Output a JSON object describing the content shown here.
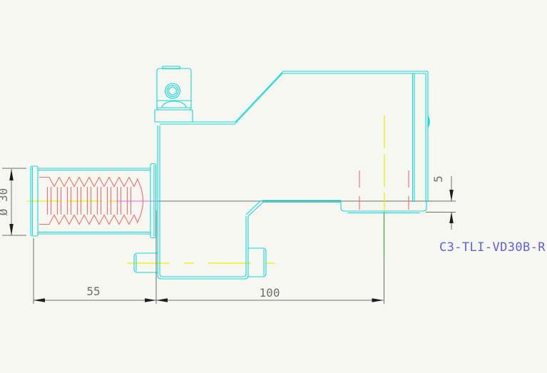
{
  "drawing": {
    "part_label": "C3-TLI-VD30B-R",
    "dimensions": {
      "diameter": "Ø 30",
      "thread_length": "55",
      "body_length": "100",
      "foot_offset": "5"
    }
  },
  "colors": {
    "background": "#F7F7F2",
    "outline": "#12D8D8",
    "thread": "#EF6B6B",
    "centerline_yellow": "#F0EE00",
    "centerline_magenta": "#E97FE9",
    "dimension_gray": "#6E6E6E",
    "extension_green": "#3DA53D",
    "label_blue": "#5F5FD8",
    "arrow_dark": "#1E1E1E"
  }
}
